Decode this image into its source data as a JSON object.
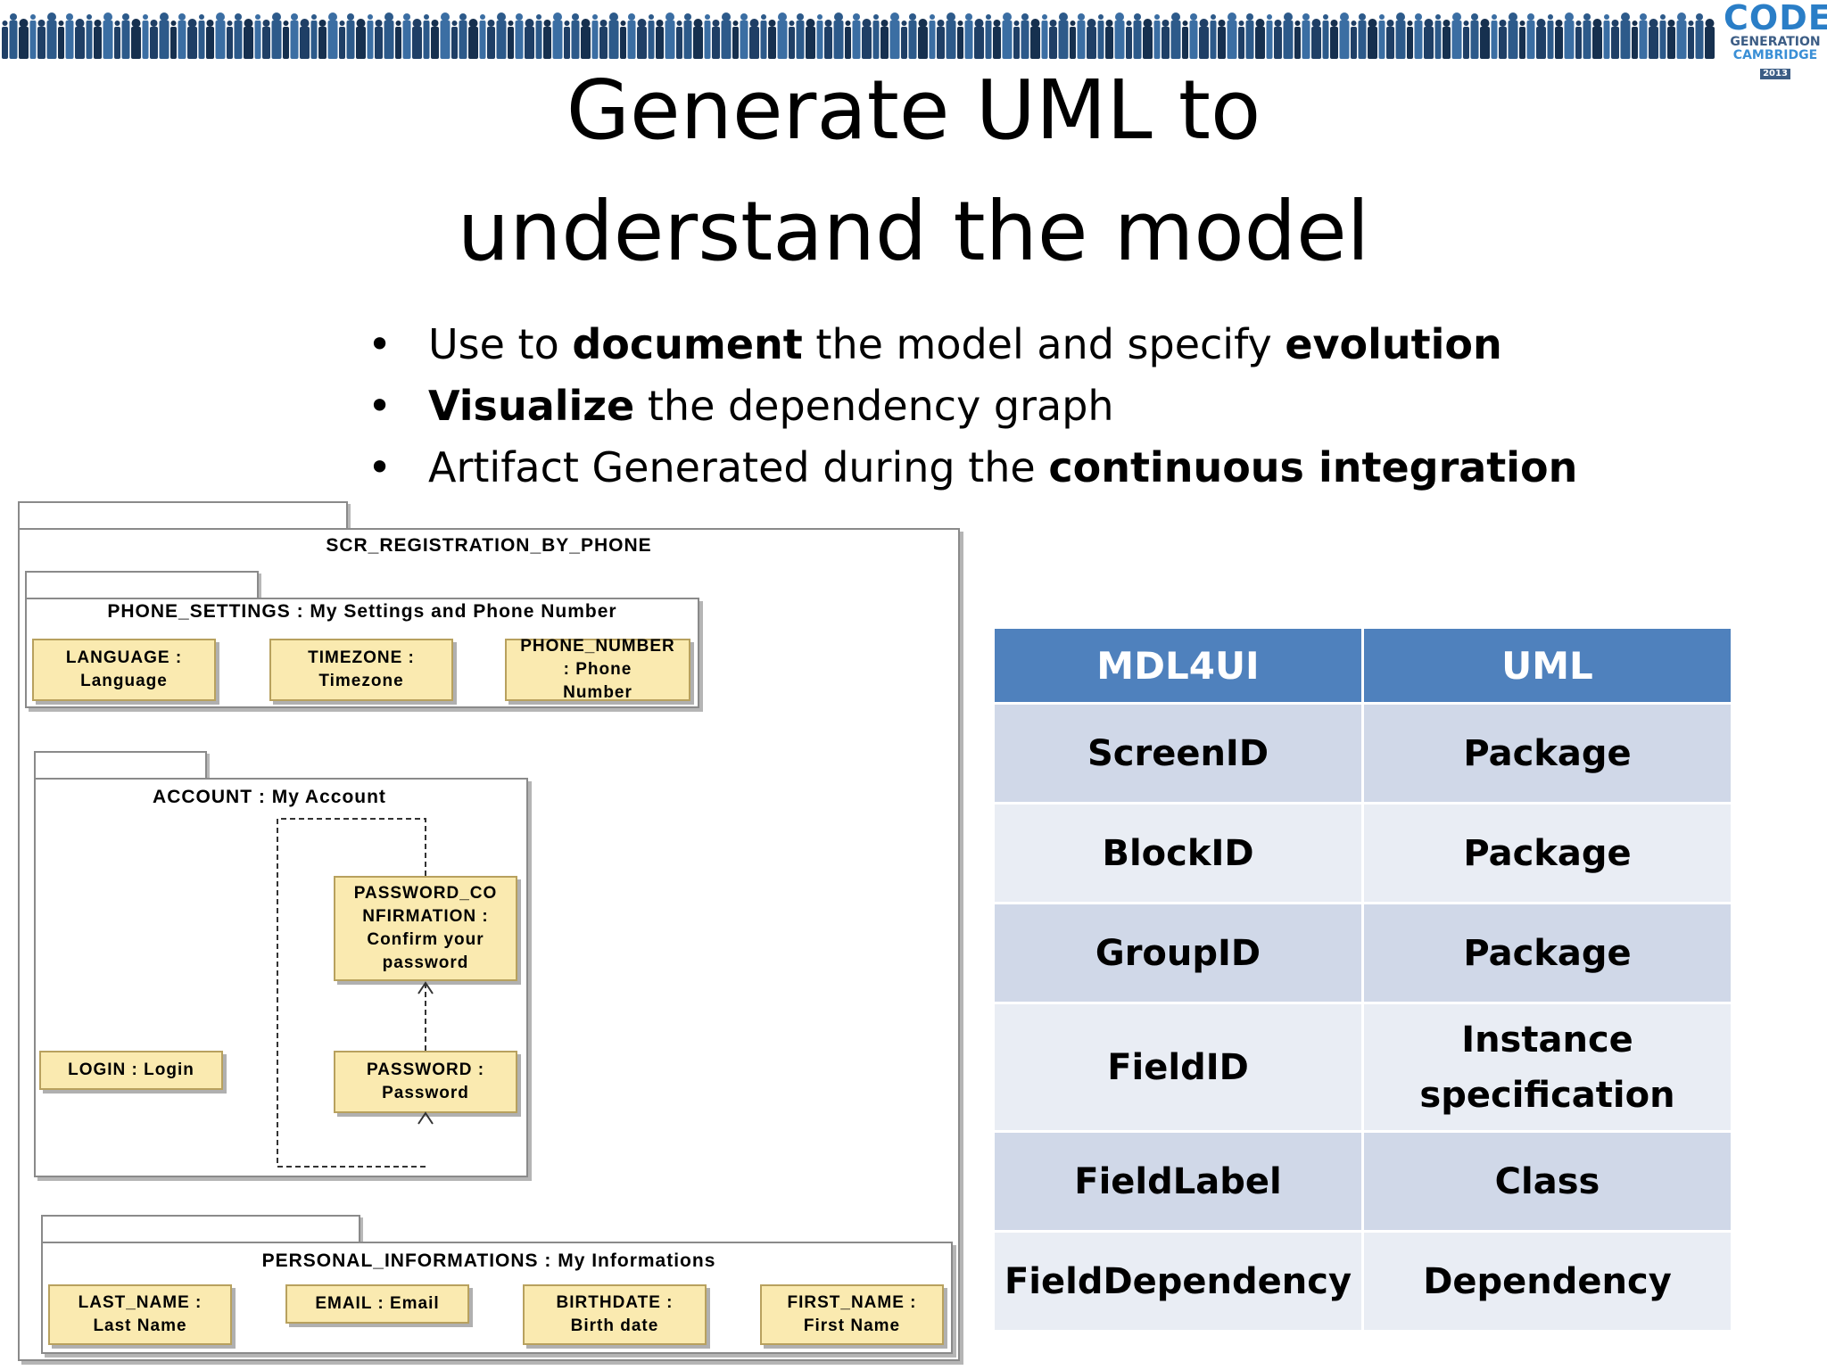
{
  "logo": {
    "line1": "CODE",
    "line2": "GENERATION",
    "line3": "CAMBRIDGE",
    "line4": "2013"
  },
  "title": {
    "line1": "Generate UML to",
    "line2": "understand the model"
  },
  "bullets": [
    {
      "pre": "Use to ",
      "b1": "document",
      "mid": " the model and specify ",
      "b2": "evolution"
    },
    {
      "b1": "Visualize",
      "mid": " the dependency graph"
    },
    {
      "pre": "Artifact Generated during the ",
      "b1": "continuous integration"
    }
  ],
  "diagram": {
    "screen_package": "SCR_REGISTRATION_BY_PHONE",
    "phone_settings": {
      "label": "PHONE_SETTINGS : My Settings and Phone Number",
      "fields": [
        "LANGUAGE :\nLanguage",
        "TIMEZONE :\nTimezone",
        "PHONE_NUMBER\n: Phone\nNumber"
      ]
    },
    "account": {
      "label": "ACCOUNT : My Account",
      "login": "LOGIN : Login",
      "password": "PASSWORD :\nPassword",
      "password_confirmation": "PASSWORD_CO\nNFIRMATION :\nConfirm your\npassword"
    },
    "personal": {
      "label": "PERSONAL_INFORMATIONS : My Informations",
      "fields": [
        "LAST_NAME :\nLast Name",
        "EMAIL : Email",
        "BIRTHDATE :\nBirth date",
        "FIRST_NAME :\nFirst Name"
      ]
    }
  },
  "mapping": {
    "headers": [
      "MDL4UI",
      "UML"
    ],
    "rows": [
      [
        "ScreenID",
        "Package"
      ],
      [
        "BlockID",
        "Package"
      ],
      [
        "GroupID",
        "Package"
      ],
      [
        "FieldID",
        "Instance specification"
      ],
      [
        "FieldLabel",
        "Class"
      ],
      [
        "FieldDependency",
        "Dependency"
      ]
    ]
  },
  "colors": {
    "header_bg": "#4f81bd",
    "row_dark": "#d0d8e8",
    "row_light": "#e9edf4",
    "node_fill": "#faeab0",
    "logo_blue": "#2a7ec7"
  }
}
